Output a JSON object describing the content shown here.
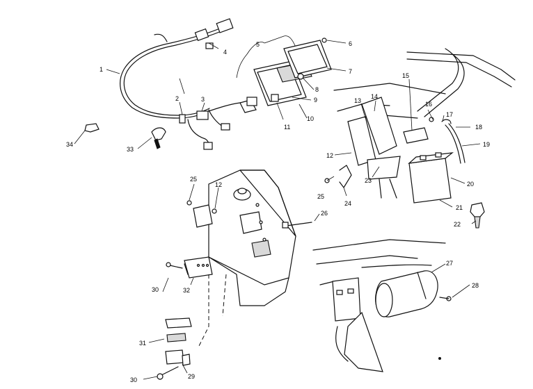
{
  "callouts": {
    "c1": "1",
    "c2": "2",
    "c3": "3",
    "c4": "4",
    "c5": "5",
    "c6": "6",
    "c7": "7",
    "c8": "8",
    "c9": "9",
    "c10": "10",
    "c11": "11",
    "c12a": "12",
    "c12b": "12",
    "c13": "13",
    "c14": "14",
    "c15": "15",
    "c16": "16",
    "c17": "17",
    "c18": "18",
    "c19": "19",
    "c20": "20",
    "c21": "21",
    "c22": "22",
    "c23": "23",
    "c24": "24",
    "c25a": "25",
    "c25b": "25",
    "c26": "26",
    "c27": "27",
    "c28": "28",
    "c29": "29",
    "c30a": "30",
    "c30b": "30",
    "c31": "31",
    "c32": "32",
    "c33": "33",
    "c34": "34"
  }
}
